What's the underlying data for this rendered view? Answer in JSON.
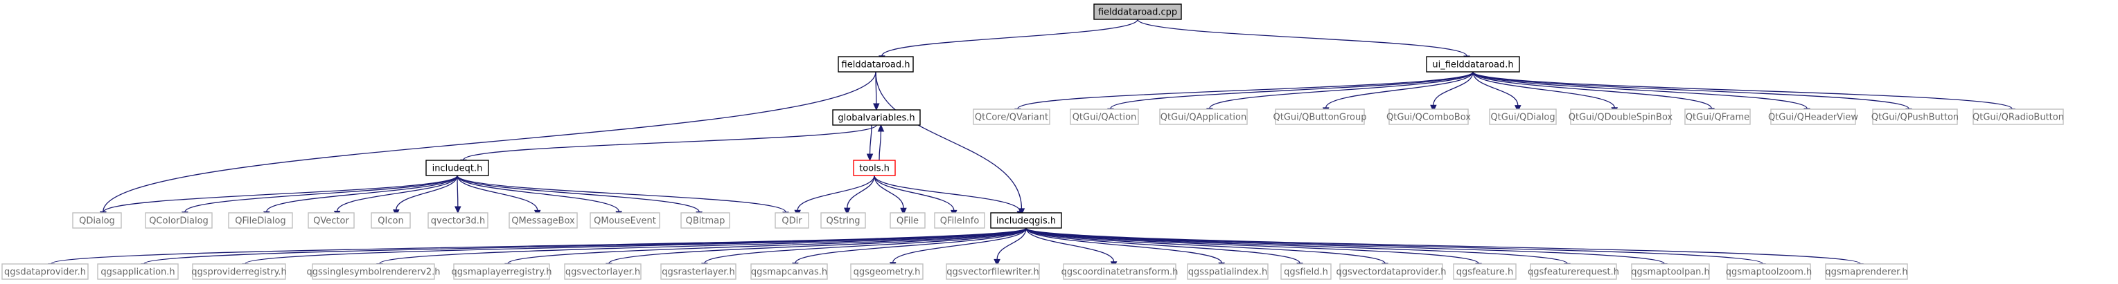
{
  "colors": {
    "edge": "#191970",
    "border_normal": "#000000",
    "border_external": "#bfbfbf",
    "border_highlight": "#ff0000",
    "fill_root": "#bfbfbf",
    "fill_default": "#ffffff",
    "text_default": "#000000",
    "text_external": "#666666"
  },
  "nodes": [
    {
      "id": "fielddataroad_cpp",
      "label": "fielddataroad.cpp",
      "kind": "root"
    },
    {
      "id": "fielddataroad_h",
      "label": "fielddataroad.h",
      "kind": "normal"
    },
    {
      "id": "ui_fielddataroad_h",
      "label": "ui_fielddataroad.h",
      "kind": "normal"
    },
    {
      "id": "globalvariables_h",
      "label": "globalvariables.h",
      "kind": "normal"
    },
    {
      "id": "includeqt_h",
      "label": "includeqt.h",
      "kind": "normal"
    },
    {
      "id": "tools_h",
      "label": "tools.h",
      "kind": "highlight"
    },
    {
      "id": "includeqgis_h",
      "label": "includeqgis.h",
      "kind": "normal"
    },
    {
      "id": "QtCore_QVariant",
      "label": "QtCore/QVariant",
      "kind": "external"
    },
    {
      "id": "QtGui_QAction",
      "label": "QtGui/QAction",
      "kind": "external"
    },
    {
      "id": "QtGui_QApplication",
      "label": "QtGui/QApplication",
      "kind": "external"
    },
    {
      "id": "QtGui_QButtonGroup",
      "label": "QtGui/QButtonGroup",
      "kind": "external"
    },
    {
      "id": "QtGui_QComboBox",
      "label": "QtGui/QComboBox",
      "kind": "external"
    },
    {
      "id": "QtGui_QDialog",
      "label": "QtGui/QDialog",
      "kind": "external"
    },
    {
      "id": "QtGui_QDoubleSpinBox",
      "label": "QtGui/QDoubleSpinBox",
      "kind": "external"
    },
    {
      "id": "QtGui_QFrame",
      "label": "QtGui/QFrame",
      "kind": "external"
    },
    {
      "id": "QtGui_QHeaderView",
      "label": "QtGui/QHeaderView",
      "kind": "external"
    },
    {
      "id": "QtGui_QPushButton",
      "label": "QtGui/QPushButton",
      "kind": "external"
    },
    {
      "id": "QtGui_QRadioButton",
      "label": "QtGui/QRadioButton",
      "kind": "external"
    },
    {
      "id": "QDialog",
      "label": "QDialog",
      "kind": "external"
    },
    {
      "id": "QColorDialog",
      "label": "QColorDialog",
      "kind": "external"
    },
    {
      "id": "QFileDialog",
      "label": "QFileDialog",
      "kind": "external"
    },
    {
      "id": "QVector",
      "label": "QVector",
      "kind": "external"
    },
    {
      "id": "QIcon",
      "label": "QIcon",
      "kind": "external"
    },
    {
      "id": "qvector3d_h",
      "label": "qvector3d.h",
      "kind": "external"
    },
    {
      "id": "QMessageBox",
      "label": "QMessageBox",
      "kind": "external"
    },
    {
      "id": "QMouseEvent",
      "label": "QMouseEvent",
      "kind": "external"
    },
    {
      "id": "QBitmap",
      "label": "QBitmap",
      "kind": "external"
    },
    {
      "id": "QDir",
      "label": "QDir",
      "kind": "external"
    },
    {
      "id": "QString",
      "label": "QString",
      "kind": "external"
    },
    {
      "id": "QFile",
      "label": "QFile",
      "kind": "external"
    },
    {
      "id": "QFileInfo",
      "label": "QFileInfo",
      "kind": "external"
    },
    {
      "id": "qgsdataprovider_h",
      "label": "qgsdataprovider.h",
      "kind": "external"
    },
    {
      "id": "qgsapplication_h",
      "label": "qgsapplication.h",
      "kind": "external"
    },
    {
      "id": "qgsproviderregistry_h",
      "label": "qgsproviderregistry.h",
      "kind": "external"
    },
    {
      "id": "qgssinglesymbolrendererv2_h",
      "label": "qgssinglesymbolrendererv2.h",
      "kind": "external"
    },
    {
      "id": "qgsmaplayerregistry_h",
      "label": "qgsmaplayerregistry.h",
      "kind": "external"
    },
    {
      "id": "qgsvectorlayer_h",
      "label": "qgsvectorlayer.h",
      "kind": "external"
    },
    {
      "id": "qgsrasterlayer_h",
      "label": "qgsrasterlayer.h",
      "kind": "external"
    },
    {
      "id": "qgsmapcanvas_h",
      "label": "qgsmapcanvas.h",
      "kind": "external"
    },
    {
      "id": "qgsgeometry_h",
      "label": "qgsgeometry.h",
      "kind": "external"
    },
    {
      "id": "qgsvectorfilewriter_h",
      "label": "qgsvectorfilewriter.h",
      "kind": "external"
    },
    {
      "id": "qgscoordinatetransform_h",
      "label": "qgscoordinatetransform.h",
      "kind": "external"
    },
    {
      "id": "qgsspatialindex_h",
      "label": "qgsspatialindex.h",
      "kind": "external"
    },
    {
      "id": "qgsfield_h",
      "label": "qgsfield.h",
      "kind": "external"
    },
    {
      "id": "qgsvectordataprovider_h",
      "label": "qgsvectordataprovider.h",
      "kind": "external"
    },
    {
      "id": "qgsfeature_h",
      "label": "qgsfeature.h",
      "kind": "external"
    },
    {
      "id": "qgsfeaturerequest_h",
      "label": "qgsfeaturerequest.h",
      "kind": "external"
    },
    {
      "id": "qgsmaptoolpan_h",
      "label": "qgsmaptoolpan.h",
      "kind": "external"
    },
    {
      "id": "qgsmaptoolzoom_h",
      "label": "qgsmaptoolzoom.h",
      "kind": "external"
    },
    {
      "id": "qgsmaprenderer_h",
      "label": "qgsmaprenderer.h",
      "kind": "external"
    }
  ],
  "edges": [
    [
      "fielddataroad_cpp",
      "fielddataroad_h"
    ],
    [
      "fielddataroad_cpp",
      "ui_fielddataroad_h"
    ],
    [
      "fielddataroad_h",
      "globalvariables_h"
    ],
    [
      "fielddataroad_h",
      "QDialog"
    ],
    [
      "fielddataroad_h",
      "includeqgis_h"
    ],
    [
      "globalvariables_h",
      "includeqt_h"
    ],
    [
      "globalvariables_h",
      "tools_h"
    ],
    [
      "tools_h",
      "globalvariables_h"
    ],
    [
      "tools_h",
      "QDir"
    ],
    [
      "tools_h",
      "QString"
    ],
    [
      "tools_h",
      "QFile"
    ],
    [
      "tools_h",
      "QFileInfo"
    ],
    [
      "tools_h",
      "includeqgis_h"
    ],
    [
      "includeqt_h",
      "QDialog"
    ],
    [
      "includeqt_h",
      "QColorDialog"
    ],
    [
      "includeqt_h",
      "QFileDialog"
    ],
    [
      "includeqt_h",
      "QVector"
    ],
    [
      "includeqt_h",
      "QIcon"
    ],
    [
      "includeqt_h",
      "qvector3d_h"
    ],
    [
      "includeqt_h",
      "QMessageBox"
    ],
    [
      "includeqt_h",
      "QMouseEvent"
    ],
    [
      "includeqt_h",
      "QBitmap"
    ],
    [
      "includeqt_h",
      "QDir"
    ],
    [
      "ui_fielddataroad_h",
      "QtCore_QVariant"
    ],
    [
      "ui_fielddataroad_h",
      "QtGui_QAction"
    ],
    [
      "ui_fielddataroad_h",
      "QtGui_QApplication"
    ],
    [
      "ui_fielddataroad_h",
      "QtGui_QButtonGroup"
    ],
    [
      "ui_fielddataroad_h",
      "QtGui_QComboBox"
    ],
    [
      "ui_fielddataroad_h",
      "QtGui_QDialog"
    ],
    [
      "ui_fielddataroad_h",
      "QtGui_QDoubleSpinBox"
    ],
    [
      "ui_fielddataroad_h",
      "QtGui_QFrame"
    ],
    [
      "ui_fielddataroad_h",
      "QtGui_QHeaderView"
    ],
    [
      "ui_fielddataroad_h",
      "QtGui_QPushButton"
    ],
    [
      "ui_fielddataroad_h",
      "QtGui_QRadioButton"
    ],
    [
      "includeqgis_h",
      "qgsdataprovider_h"
    ],
    [
      "includeqgis_h",
      "qgsapplication_h"
    ],
    [
      "includeqgis_h",
      "qgsproviderregistry_h"
    ],
    [
      "includeqgis_h",
      "qgssinglesymbolrendererv2_h"
    ],
    [
      "includeqgis_h",
      "qgsmaplayerregistry_h"
    ],
    [
      "includeqgis_h",
      "qgsvectorlayer_h"
    ],
    [
      "includeqgis_h",
      "qgsrasterlayer_h"
    ],
    [
      "includeqgis_h",
      "qgsmapcanvas_h"
    ],
    [
      "includeqgis_h",
      "qgsgeometry_h"
    ],
    [
      "includeqgis_h",
      "qgsvectorfilewriter_h"
    ],
    [
      "includeqgis_h",
      "qgscoordinatetransform_h"
    ],
    [
      "includeqgis_h",
      "qgsspatialindex_h"
    ],
    [
      "includeqgis_h",
      "qgsfield_h"
    ],
    [
      "includeqgis_h",
      "qgsvectordataprovider_h"
    ],
    [
      "includeqgis_h",
      "qgsfeature_h"
    ],
    [
      "includeqgis_h",
      "qgsfeaturerequest_h"
    ],
    [
      "includeqgis_h",
      "qgsmaptoolpan_h"
    ],
    [
      "includeqgis_h",
      "qgsmaptoolzoom_h"
    ],
    [
      "includeqgis_h",
      "qgsmaprenderer_h"
    ]
  ]
}
